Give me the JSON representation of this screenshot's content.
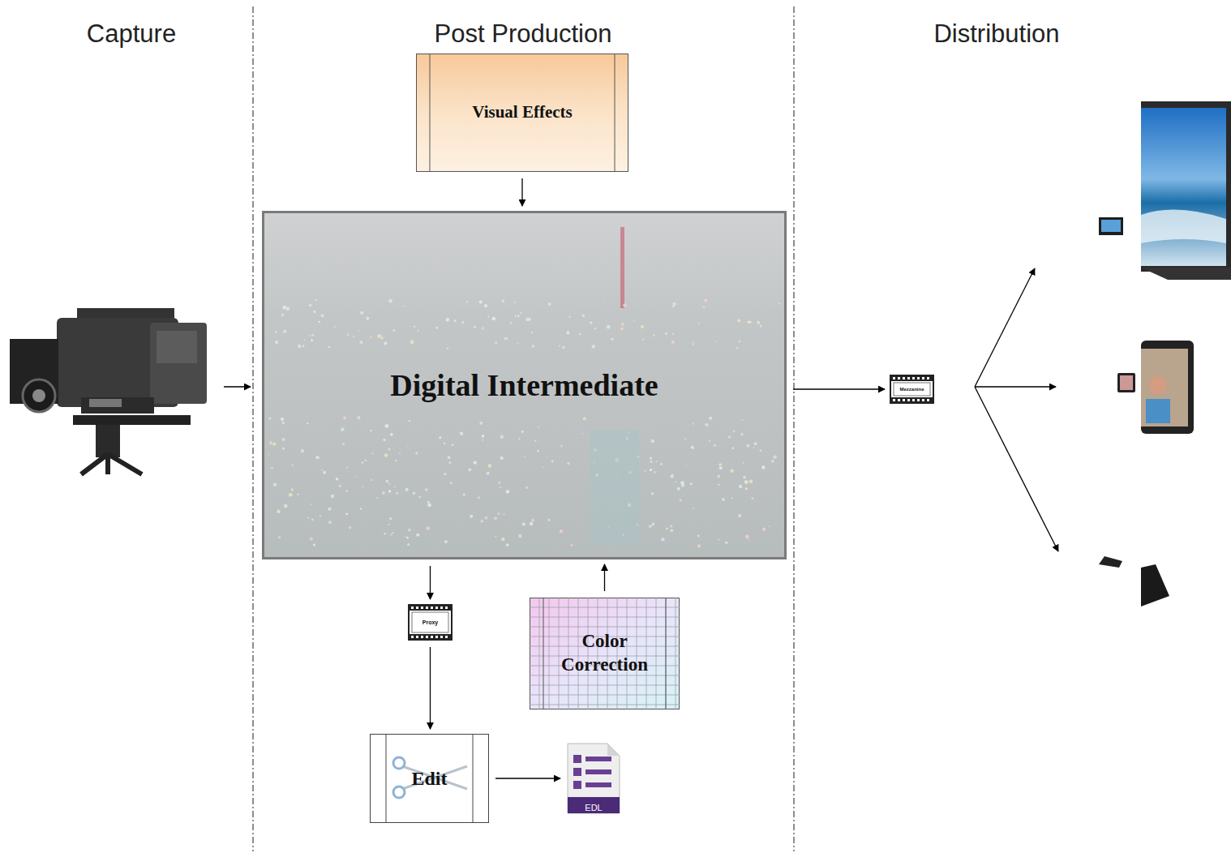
{
  "diagram": {
    "nodes": [
      {
        "text": [
          "Visual Effects"
        ]
      },
      {
        "text": [
          "Digital Intermediate"
        ]
      },
      {
        "text": [
          "Proxy"
        ]
      },
      {
        "text": [
          "Color Correction"
        ]
      },
      {
        "text": [
          "Edit"
        ]
      },
      {
        "text": [
          "EDL"
        ]
      },
      {
        "text": [
          "Mezzanine"
        ]
      }
    ],
    "edges": [
      {
        "from": 0,
        "to": 1,
        "arrow": "to"
      },
      {
        "from": 1,
        "to": 2,
        "arrow": "to"
      },
      {
        "from": 2,
        "to": 4,
        "arrow": "to"
      },
      {
        "from": 3,
        "to": 1,
        "arrow": "to"
      },
      {
        "from": 4,
        "to": 5,
        "arrow": "to"
      },
      {
        "from": 1,
        "to": 6,
        "arrow": "to"
      }
    ],
    "labels": [
      "Capture",
      "Post Production",
      "Distribution"
    ]
  }
}
